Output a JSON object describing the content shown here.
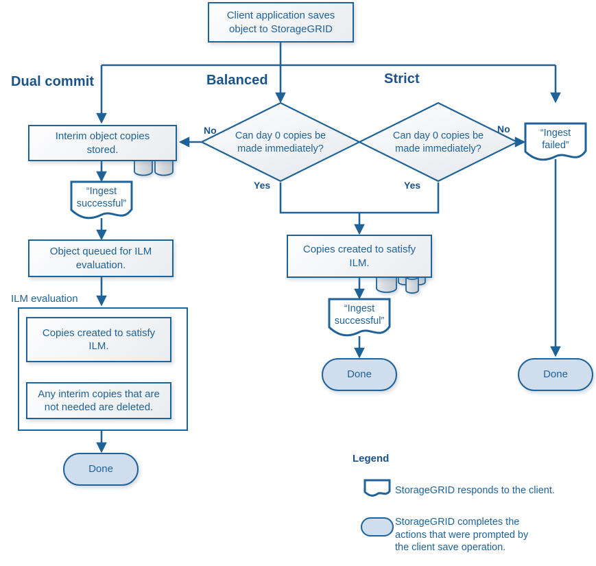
{
  "diagram": {
    "title": "StorageGRID ingest behavior flowchart",
    "accent": "#1f6298",
    "accent_dark": "#19538a",
    "pill_fill": "#cfdded",
    "box_fill": "#f2f4f6"
  },
  "start": {
    "label": "Client application saves\nobject to StorageGRID"
  },
  "swimlanes": [
    {
      "id": "dual-commit",
      "title": "Dual commit"
    },
    {
      "id": "balanced",
      "title": "Balanced"
    },
    {
      "id": "strict",
      "title": "Strict"
    }
  ],
  "decisions": [
    {
      "id": "balanced-decision",
      "text": "Can  day 0 copies be\nmade immediately?",
      "yes": "Yes",
      "no": "No"
    },
    {
      "id": "strict-decision",
      "text": "Can  day 0 copies be\nmade immediately?",
      "yes": "Yes",
      "no": "No"
    }
  ],
  "dual_commit": {
    "interim": "Interim object copies\nstored.",
    "ingest_successful": "“Ingest\nsuccessful”",
    "queued": "Object queued for ILM\nevaluation.",
    "ilm_group_label": "ILM evaluation",
    "copies_created": "Copies created to satisfy\nILM.",
    "interim_deleted": "Any interim copies that are\nnot needed are deleted.",
    "done": "Done"
  },
  "balanced": {
    "copies_created": "Copies created to satisfy\nILM.",
    "ingest_successful": "“Ingest\nsuccessful”",
    "done": "Done"
  },
  "strict": {
    "ingest_failed": "“Ingest\nfailed”",
    "done": "Done"
  },
  "legend": {
    "title": "Legend",
    "items": [
      {
        "glyph": "document-shape",
        "text": "StorageGRID responds to the client."
      },
      {
        "glyph": "pill-shape",
        "text": "StorageGRID completes the\nactions that were prompted by\nthe client save operation."
      }
    ]
  }
}
